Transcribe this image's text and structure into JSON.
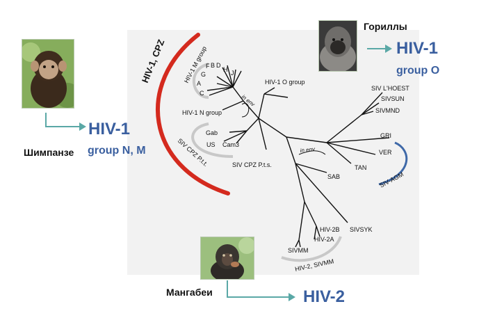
{
  "legend": {
    "gorillas": {
      "label": "Гориллы",
      "virus": "HIV-1",
      "group": "group O"
    },
    "chimps": {
      "label": "Шимпанзе",
      "virus": "HIV-1",
      "group": "group N, M"
    },
    "mangabeys": {
      "label": "Мангабеи",
      "virus": "HIV-2"
    }
  },
  "tree": {
    "arc_label": "HIV-1, CPZ",
    "m_group": "HIV-1 M group",
    "m_subtypes": [
      "G",
      "F",
      "B",
      "D",
      "H",
      "J",
      "A",
      "C"
    ],
    "o_group": "HIV-1 O group",
    "n_group": "HIV-1 N group",
    "in_env": "in env",
    "ptt_leaves": [
      "Gab",
      "US",
      "Cam3"
    ],
    "siv_cpz_ptt": "SIV CPZ P.t.t.",
    "siv_cpz_pts": "SIV CPZ P.t.s.",
    "lhoest": "SIV L'HOEST",
    "sivsun": "SIVSUN",
    "sivmnd": "SIVMND",
    "gri": "GRI",
    "ver": "VER",
    "tan": "TAN",
    "sab": "SAB",
    "siv_agm": "SIV-AGM",
    "sivsyk": "SIVSYK",
    "hiv2b": "HIV-2B",
    "hiv2a": "HIV-2A",
    "sivmm": "SIVMM",
    "hiv2_sivmm": "HIV-2, SIVMM"
  },
  "colors": {
    "cpz_arc": "#d42a1e",
    "agm_arc": "#3f69a8",
    "label_blue": "#3a5f9f",
    "arrow_teal": "#5aa8a6",
    "bracket_gray": "#c8c8c8"
  },
  "icons": [
    "chimpanzee-photo",
    "gorilla-photo",
    "mangabey-photo",
    "arrow-right-icon"
  ]
}
